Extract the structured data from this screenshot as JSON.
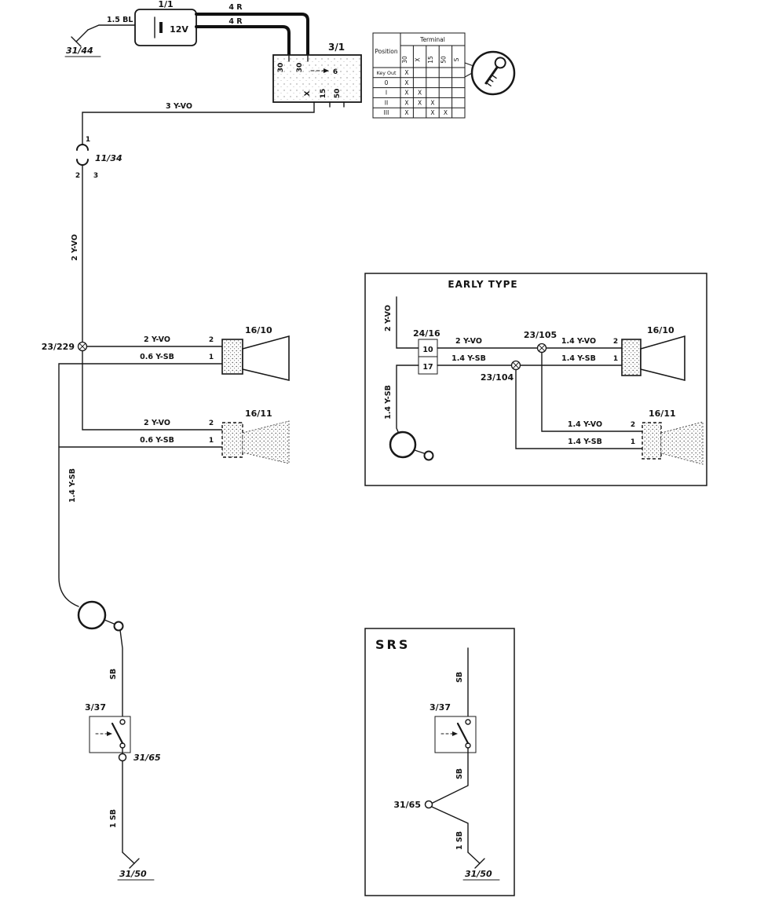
{
  "main": {
    "ground_top": {
      "label": "31/44"
    },
    "feed_wire": "1.5 BL",
    "battery": {
      "label": "1/1",
      "voltage": "12V"
    },
    "bat_wire_1": "4 R",
    "bat_wire_2": "4 R",
    "ignition": {
      "label": "3/1",
      "pins_top": [
        "30",
        "30"
      ],
      "pins_bottom": [
        "X",
        "15",
        "50"
      ],
      "internal": "6"
    },
    "wire_ign_out": "3 Y-VO",
    "connector_11_34": {
      "label": "11/34",
      "pin_top": "1",
      "pin_left": "2",
      "pin_right": "3"
    },
    "wire_vert": "2 Y-VO",
    "splice": {
      "label": "23/229"
    },
    "horn1": {
      "label": "16/10",
      "wire_vo": "2 Y-VO",
      "pin_vo": "2",
      "wire_sb": "0.6 Y-SB",
      "pin_sb": "1"
    },
    "horn2": {
      "label": "16/11",
      "wire_vo": "2 Y-VO",
      "pin_vo": "2",
      "wire_sb": "0.6 Y-SB",
      "pin_sb": "1"
    },
    "wire_sb_down": "1.4 Y-SB",
    "wire_sb": "SB",
    "horn_switch": {
      "label": "3/37"
    },
    "connector_31_65": {
      "label": "31/65"
    },
    "wire_1sb": "1 SB",
    "ground_bottom": {
      "label": "31/50"
    }
  },
  "table": {
    "title": "Terminal",
    "position_label": "Position",
    "columns": [
      "30",
      "X",
      "15",
      "50",
      "S"
    ],
    "rows": [
      {
        "label": "Key Out",
        "marks": [
          "X",
          "",
          "",
          "",
          ""
        ]
      },
      {
        "label": "0",
        "marks": [
          "X",
          "",
          "",
          "",
          ""
        ]
      },
      {
        "label": "I",
        "marks": [
          "X",
          "X",
          "",
          "",
          ""
        ]
      },
      {
        "label": "II",
        "marks": [
          "X",
          "X",
          "X",
          "",
          ""
        ]
      },
      {
        "label": "III",
        "marks": [
          "X",
          "",
          "X",
          "X",
          ""
        ]
      }
    ]
  },
  "early": {
    "title": "EARLY TYPE",
    "wire_feed": "2 Y-VO",
    "connector": {
      "label": "24/16",
      "pin_top": "10",
      "pin_bottom": "17"
    },
    "wire_vo_a": "2  Y-VO",
    "splice_vo": {
      "label": "23/105"
    },
    "wire_vo_b": "1.4 Y-VO",
    "wire_sb_a": "1.4 Y-SB",
    "splice_sb": {
      "label": "23/104"
    },
    "wire_sb_b": "1.4 Y-SB",
    "wire_sb_down": "1.4 Y-SB",
    "horn1": {
      "label": "16/10",
      "pin_vo": "2",
      "pin_sb": "1"
    },
    "horn2": {
      "label": "16/11",
      "wire_vo": "1.4  Y-VO",
      "pin_vo": "2",
      "wire_sb": "1.4  Y-SB",
      "pin_sb": "1"
    }
  },
  "srs": {
    "title": "SRS",
    "wire_sb_top": "SB",
    "horn_switch": {
      "label": "3/37"
    },
    "wire_sb_mid": "SB",
    "connector": {
      "label": "31/65"
    },
    "wire_1sb": "1 SB",
    "ground": {
      "label": "31/50"
    }
  }
}
